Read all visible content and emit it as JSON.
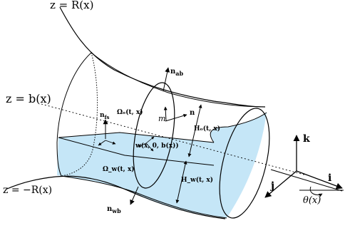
{
  "labels": {
    "z_upper": "z = R(x)",
    "z_mid": "z = b(x)",
    "z_lower": "z = −R(x)",
    "n_ab": "n",
    "n_ab_sub": "ab",
    "n_fs": "n",
    "n_fs_sub": "fs",
    "n_wb": "n",
    "n_wb_sub": "wb",
    "omega_o": "Ωₒ(t, x)",
    "omega_w": "Ω_w(t, x)",
    "m": "m",
    "n": "n",
    "H_o": "Hₒ(t, x)",
    "H_w": "H_w(t, x)",
    "w_point": "w(x, 0, b(x))",
    "k": "k",
    "j": "j",
    "i": "i",
    "theta": "θ(x)"
  },
  "colors": {
    "fluid": "#c5e6f7",
    "stroke": "#000000"
  }
}
